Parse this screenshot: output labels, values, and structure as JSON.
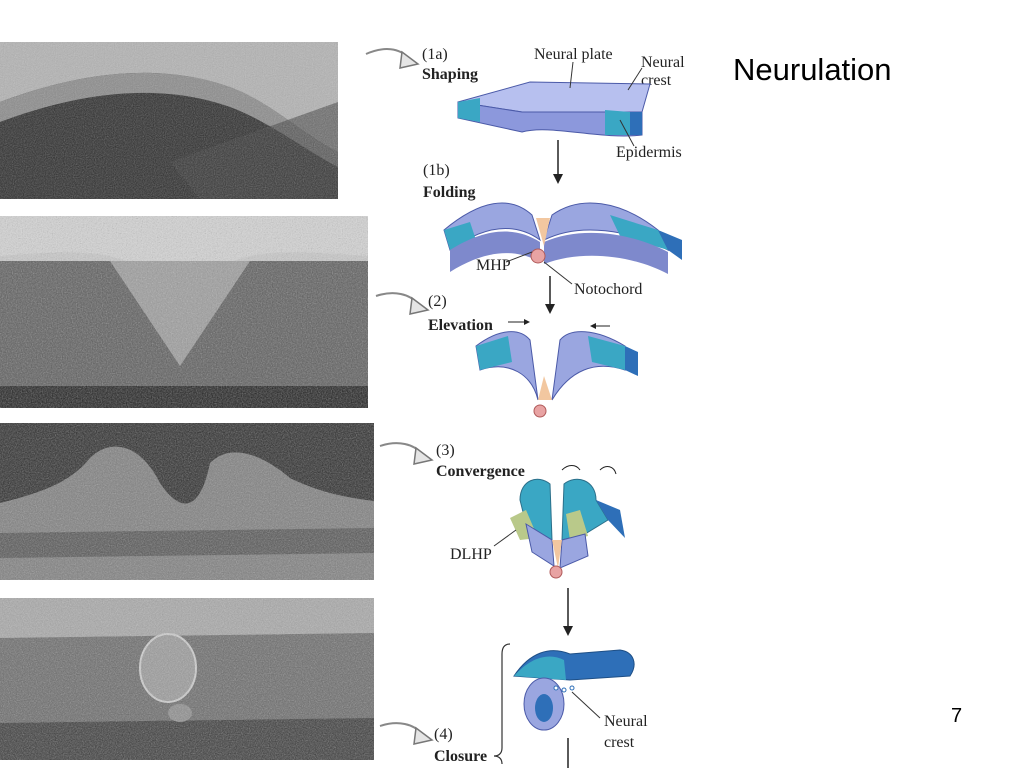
{
  "slide": {
    "title": "Neurulation",
    "page_number": "7"
  },
  "diagram": {
    "stage_1a": {
      "number": "(1a)",
      "name": "Shaping"
    },
    "stage_1b": {
      "number": "(1b)",
      "name": "Folding"
    },
    "stage_2": {
      "number": "(2)",
      "name": "Elevation"
    },
    "stage_3": {
      "number": "(3)",
      "name": "Convergence"
    },
    "stage_4": {
      "number": "(4)",
      "name": "Closure"
    },
    "labels": {
      "neural_plate": "Neural plate",
      "neural_crest_line1": "Neural",
      "neural_crest_line2": "crest",
      "epidermis": "Epidermis",
      "mhp": "MHP",
      "notochord": "Notochord",
      "dlhp": "DLHP",
      "neural_crest_bottom_line1": "Neural",
      "neural_crest_bottom_line2": "crest"
    },
    "colors": {
      "neural_plate": "#9aa6e0",
      "neural_crest": "#3aa7c4",
      "epidermis": "#2e6fb8",
      "notochord": "#e8a3a3",
      "hinge": "#f2c7a0",
      "dlhp": "#b9c98a"
    }
  }
}
